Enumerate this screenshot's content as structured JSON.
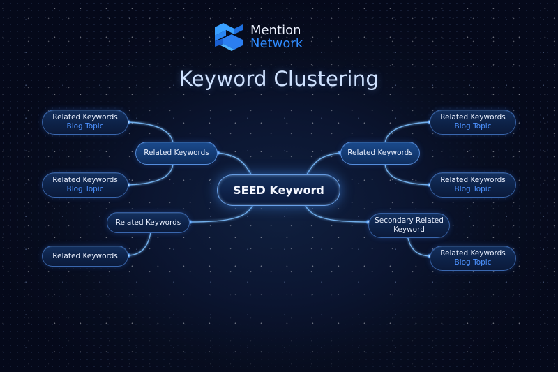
{
  "brand": {
    "line1": "Mention",
    "line2": "Network",
    "logo_icon": "mention-network-logo-icon"
  },
  "title": "Keyword Clustering",
  "colors": {
    "background": "#070d1f",
    "accent": "#2f8cff",
    "title": "#cfe2ff",
    "subtext": "#4d92ff",
    "connector": "#7ec0ff"
  },
  "seed": {
    "label": "SEED Keyword"
  },
  "left": {
    "upper_branch": {
      "label": "Related Keywords",
      "children": [
        {
          "label": "Related Keywords",
          "sub": "Blog Topic"
        },
        {
          "label": "Related Keywords",
          "sub": "Blog Topic"
        }
      ]
    },
    "lower_branch": {
      "label": "Related Keywords",
      "children": [
        {
          "label": "Related Keywords"
        }
      ]
    }
  },
  "right": {
    "upper_branch": {
      "label": "Related Keywords",
      "children": [
        {
          "label": "Related Keywords",
          "sub": "Blog Topic"
        },
        {
          "label": "Related Keywords",
          "sub": "Blog Topic"
        }
      ]
    },
    "lower_branch": {
      "label": "Secondary Related Keyword",
      "label_line1": "Secondary Related",
      "label_line2": "Keyword",
      "children": [
        {
          "label": "Related Keywords",
          "sub": "Blog Topic"
        }
      ]
    }
  }
}
